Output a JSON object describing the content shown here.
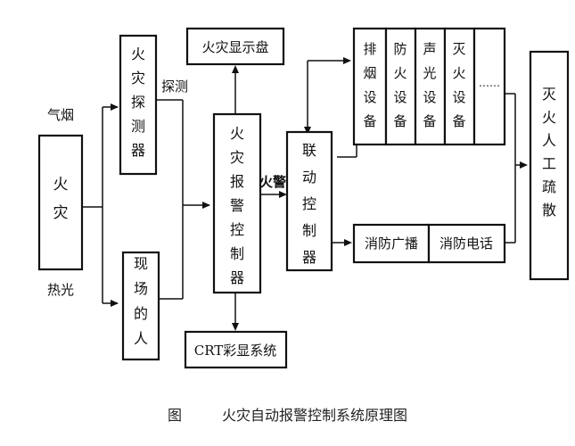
{
  "nodes": {
    "fire": "火灾",
    "detector": "火灾探测器",
    "onsite_person": "现场的人",
    "controller": "火灾报警控制器",
    "display_panel": "火灾显示盘",
    "crt": "CRT彩显系统",
    "linkage": "联动控制器",
    "smoke_exhaust": "排烟设备",
    "fire_door": "防火设备",
    "sound_light": "声光设备",
    "extinguish": "灭火设备",
    "more": "……",
    "broadcast": "消防广播",
    "phone": "消防电话",
    "evacuation": "灭火人工疏散"
  },
  "labels": {
    "smoke": "气烟",
    "heat_light": "热光",
    "detect": "探测",
    "alarm": "火警"
  },
  "caption": {
    "figure": "图",
    "title": "火灾自动报警控制系统原理图"
  }
}
